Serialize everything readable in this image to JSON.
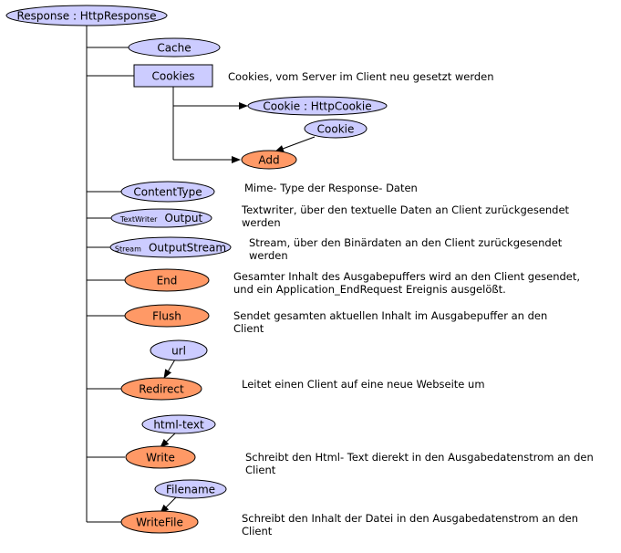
{
  "colors": {
    "member_fill": "#ccccff",
    "method_fill": "#ff9966",
    "stroke": "#000000"
  },
  "nodes": {
    "root": "Response : HttpResponse",
    "cache": "Cache",
    "cookies": "Cookies",
    "cookie_collection": "Cookie : HttpCookie",
    "cookie_param": "Cookie",
    "add": "Add",
    "content_type": "ContentType",
    "output_prefix": "TextWriter",
    "output": "Output",
    "outputstream_prefix": "Stream",
    "outputstream": "OutputStream",
    "end": "End",
    "flush": "Flush",
    "url_param": "url",
    "redirect": "Redirect",
    "html_text_param": "html-text",
    "write": "Write",
    "filename_param": "Filename",
    "writefile": "WriteFile"
  },
  "descriptions": {
    "cookies": "Cookies, vom Server im Client neu gesetzt werden",
    "content_type": "Mime- Type der Response- Daten",
    "output": "Textwriter, über den textuelle Daten an Client zurückgesendet\nwerden",
    "outputstream": "Stream, über den Binärdaten an den Client zurückgesendet\nwerden",
    "end": "Gesamter Inhalt des Ausgabepuffers wird an den Client gesendet,\nund ein Application_EndRequest Ereignis ausgelößt.",
    "flush": "Sendet gesamten aktuellen Inhalt im Ausgabepuffer an den\nClient",
    "redirect": "Leitet einen Client auf eine neue Webseite um",
    "write": "Schreibt den Html- Text dierekt in den Ausgabedatenstrom an den\nClient",
    "writefile": "Schreibt den Inhalt der Datei in den Ausgabedatenstrom an den\nClient"
  }
}
